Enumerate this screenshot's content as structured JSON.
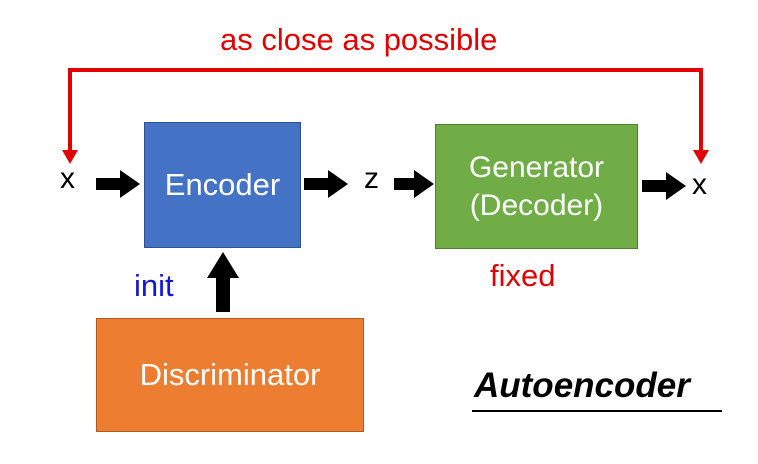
{
  "top_label": "as close as possible",
  "input_var": "x",
  "latent_var": "z",
  "output_var": "x",
  "encoder": {
    "label": "Encoder",
    "color": "#4472c4"
  },
  "generator": {
    "line1": "Generator",
    "line2": "(Decoder)",
    "color": "#70ad47"
  },
  "discriminator": {
    "label": "Discriminator",
    "color": "#ed7d31"
  },
  "init_label": "init",
  "fixed_label": "fixed",
  "caption": "Autoencoder",
  "colors": {
    "red": "#e00000",
    "blue": "#1515d6",
    "black": "#000000"
  }
}
